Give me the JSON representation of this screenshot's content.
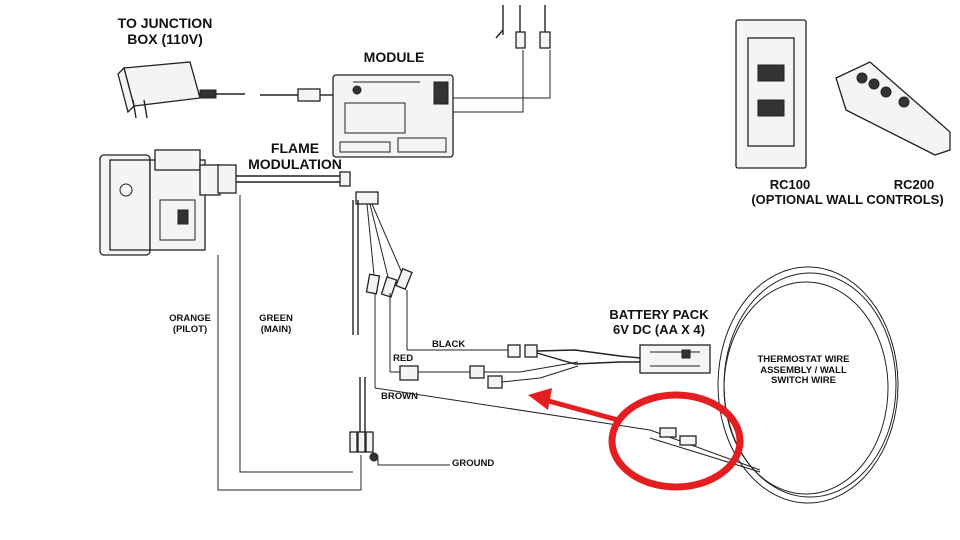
{
  "labels": {
    "junction_box": "TO JUNCTION\nBOX (110V)",
    "module": "MODULE",
    "flame_modulation": "FLAME\nMODULATION",
    "rc100": "RC100",
    "rc200": "RC200",
    "optional_wall_controls": "(OPTIONAL WALL CONTROLS)",
    "battery_pack": "BATTERY PACK\n6V DC (AA X 4)",
    "thermostat_wire": "THERMOSTAT WIRE\nASSEMBLY / WALL\nSWITCH WIRE",
    "orange_pilot": "ORANGE\n(PILOT)",
    "green_main": "GREEN\n(MAIN)",
    "black": "BLACK",
    "red": "RED",
    "brown": "BROWN",
    "ground": "GROUND"
  },
  "highlight": {
    "color": "#e41e20",
    "shape": "circle-with-arrow"
  },
  "line_color": "#222222"
}
